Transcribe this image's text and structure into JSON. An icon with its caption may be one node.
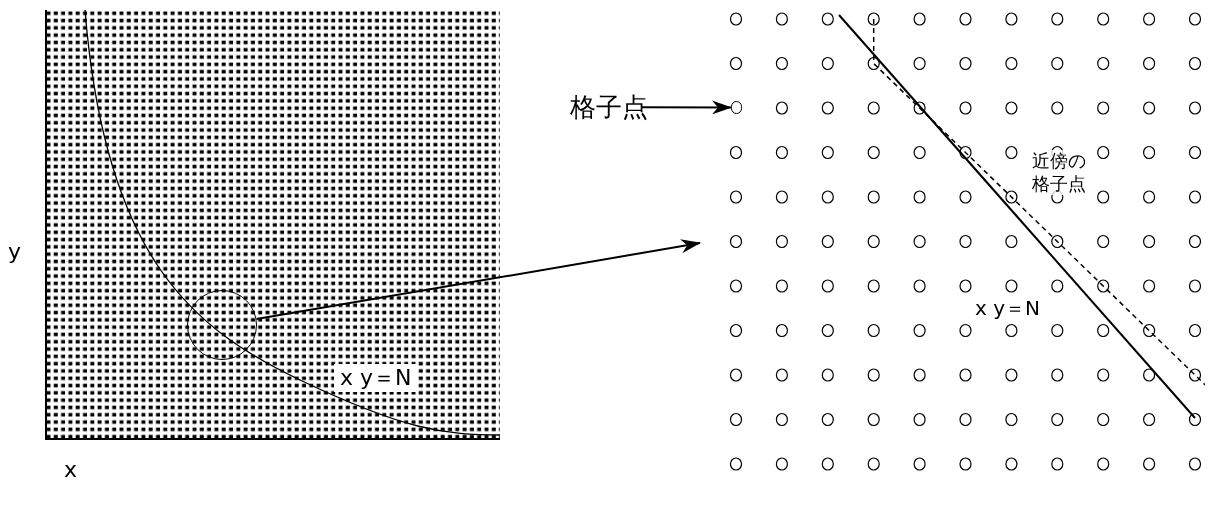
{
  "diagram": {
    "nodes": [
      {
        "text": [],
        "shape": "picture"
      },
      {
        "text": [],
        "shape": "circle",
        "in": 0
      },
      {
        "text": [],
        "shape": "picture"
      },
      {
        "text": [
          "格子点"
        ]
      },
      {
        "text": [],
        "shape": "circle",
        "in": 2
      }
    ],
    "edges": [
      {
        "from": 1,
        "to": 2,
        "arrow": "to"
      },
      {
        "from": 3,
        "to": 4,
        "arrow": "to"
      }
    ],
    "labels": [
      "y",
      "x y＝N",
      "x",
      "近傍の格子点",
      "x y＝N"
    ]
  }
}
